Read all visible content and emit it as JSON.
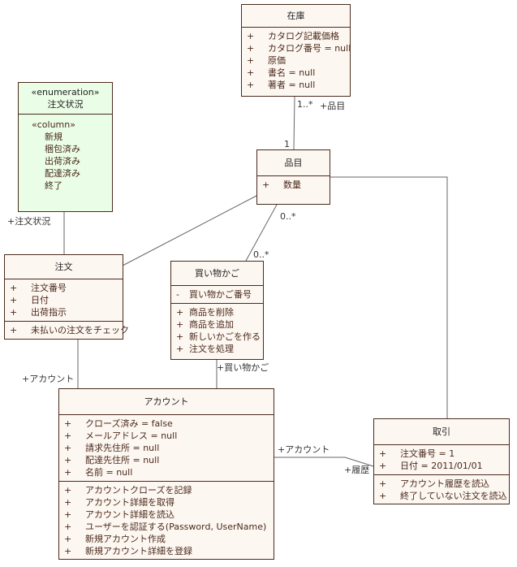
{
  "classes": {
    "zaiko": {
      "name": "在庫",
      "attributes": [
        {
          "vis": "+",
          "text": "カタログ記載価格"
        },
        {
          "vis": "+",
          "text": "カタログ番号 = null"
        },
        {
          "vis": "+",
          "text": "原価"
        },
        {
          "vis": "+",
          "text": "書名 = null"
        },
        {
          "vis": "+",
          "text": "著者 = null"
        }
      ]
    },
    "status": {
      "stereotype": "«enumeration»",
      "name": "注文状況",
      "literal_stereotype": "«column»",
      "literals": [
        "新規",
        "梱包済み",
        "出荷済み",
        "配達済み",
        "終了"
      ]
    },
    "hinmoku": {
      "name": "品目",
      "attributes": [
        {
          "vis": "+",
          "text": "数量"
        }
      ]
    },
    "chumon": {
      "name": "注文",
      "attributes": [
        {
          "vis": "+",
          "text": "注文番号"
        },
        {
          "vis": "+",
          "text": "日付"
        },
        {
          "vis": "+",
          "text": "出荷指示"
        }
      ],
      "operations": [
        {
          "vis": "+",
          "text": "未払いの注文をチェック"
        }
      ]
    },
    "kago": {
      "name": "買い物かご",
      "attributes": [
        {
          "vis": "-",
          "text": "買い物かご番号"
        }
      ],
      "operations": [
        {
          "vis": "+",
          "text": "商品を削除"
        },
        {
          "vis": "+",
          "text": "商品を追加"
        },
        {
          "vis": "+",
          "text": "新しいかごを作る"
        },
        {
          "vis": "+",
          "text": "注文を処理"
        }
      ]
    },
    "account": {
      "name": "アカウント",
      "attributes": [
        {
          "vis": "+",
          "text": "クローズ済み = false"
        },
        {
          "vis": "+",
          "text": "メールアドレス = null"
        },
        {
          "vis": "+",
          "text": "請求先住所 = null"
        },
        {
          "vis": "+",
          "text": "配達先住所 = null"
        },
        {
          "vis": "+",
          "text": "名前 = null"
        }
      ],
      "operations": [
        {
          "vis": "+",
          "text": "アカウントクローズを記録"
        },
        {
          "vis": "+",
          "text": "アカウント詳細を取得"
        },
        {
          "vis": "+",
          "text": "アカウント詳細を読込"
        },
        {
          "vis": "+",
          "text": "ユーザーを認証する(Password, UserName)"
        },
        {
          "vis": "+",
          "text": "新規アカウント作成"
        },
        {
          "vis": "+",
          "text": "新規アカウント詳細を登録"
        }
      ]
    },
    "torihiki": {
      "name": "取引",
      "attributes": [
        {
          "vis": "+",
          "text": "注文番号 = 1"
        },
        {
          "vis": "+",
          "text": "日付 = 2011/01/01"
        }
      ],
      "operations": [
        {
          "vis": "+",
          "text": "アカウント履歴を読込"
        },
        {
          "vis": "+",
          "text": "終了していない注文を読込"
        }
      ]
    }
  },
  "labels": {
    "zaiko_mult": "1..*",
    "zaiko_role": "+品目",
    "hinmoku_one": "1",
    "status_role": "+注文状況",
    "kago_mult_top": "0..*",
    "kago_mult_bottom": "0..*",
    "chumon_account_role": "+アカウント",
    "kago_role": "+買い物かご",
    "account_role": "+アカウント",
    "history_role": "+履歴"
  },
  "colors": {
    "class_fill": "#fdf7f1",
    "enum_fill": "#eafde6",
    "border": "#4a2a1c",
    "line": "#666666"
  }
}
